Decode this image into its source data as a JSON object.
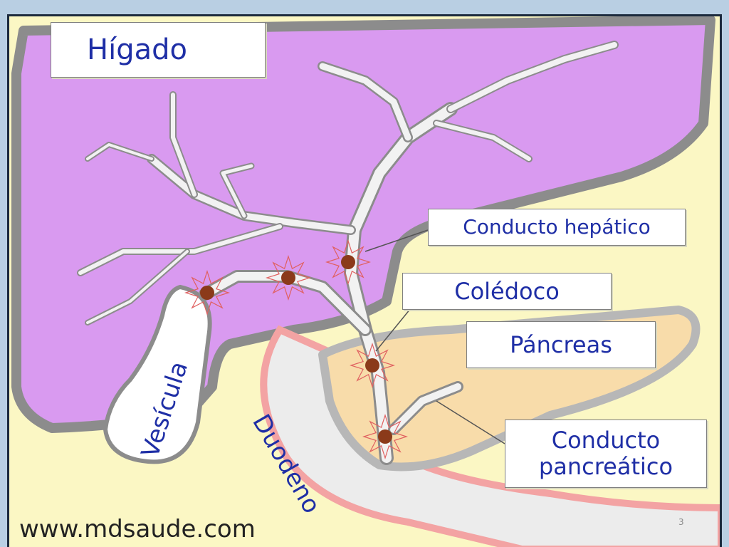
{
  "labels": {
    "higado": "Hígado",
    "conducto_hepatico": "Conducto hepático",
    "coledoco": "Colédoco",
    "pancreas": "Páncreas",
    "conducto_pancreatico_line1": "Conducto",
    "conducto_pancreatico_line2": "pancreático",
    "vesicula": "Vesícula",
    "duodeno": "Duodeno"
  },
  "footer": {
    "url": "www.mdsaude.com",
    "page_number": "3"
  },
  "colors": {
    "liver": "#d99af0",
    "liver_edge": "#8c8c8c",
    "ducts": "#f2f2f2",
    "pancreas": "#f8dcaa",
    "duodenum_wall": "#f3a3a3",
    "background": "#fbf7c4",
    "label_text": "#1f2fa6",
    "stone": "#8b3a1a",
    "stone_star": "#e06060"
  }
}
